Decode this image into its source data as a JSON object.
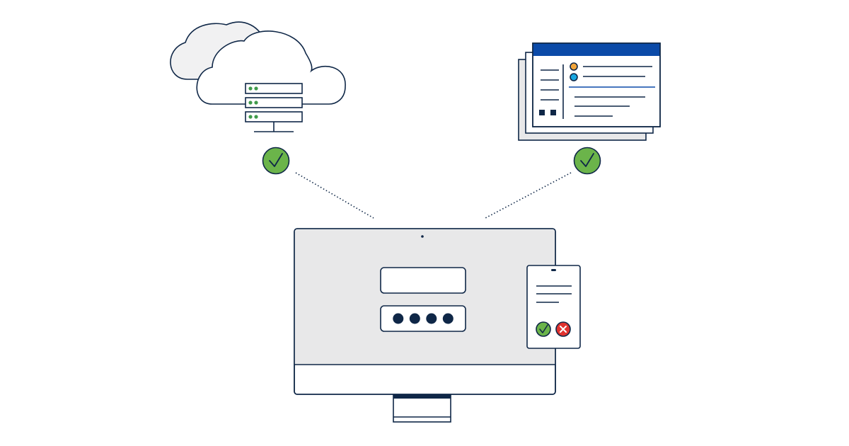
{
  "illustration": {
    "colors": {
      "outline": "#0f2747",
      "cloud_fill": "#f1f1f2",
      "screen_fill": "#e8e8e9",
      "panel_fill": "#ffffff",
      "accent_blue": "#0b4aa8",
      "success_green": "#6bb44a",
      "danger_red": "#e0322f",
      "dot_orange": "#f0a43a",
      "dot_cyan": "#18a7e0",
      "server_led_green": "#3f9a4a"
    },
    "nodes": {
      "cloud": {
        "icon": "cloud-server-icon",
        "status": "verified",
        "status_icon": "check-circle-icon"
      },
      "application": {
        "icon": "app-window-stack-icon",
        "status": "verified",
        "status_icon": "check-circle-icon"
      },
      "desktop": {
        "icon": "desktop-monitor-icon",
        "login_form": {
          "username_value": "",
          "password_dots": 4
        }
      },
      "phone": {
        "icon": "mobile-phone-icon",
        "approve_icon": "check-circle-icon",
        "deny_icon": "x-circle-icon"
      }
    },
    "connections": [
      {
        "from": "cloud",
        "to": "desktop",
        "style": "dotted"
      },
      {
        "from": "application",
        "to": "desktop",
        "style": "dotted"
      }
    ]
  }
}
